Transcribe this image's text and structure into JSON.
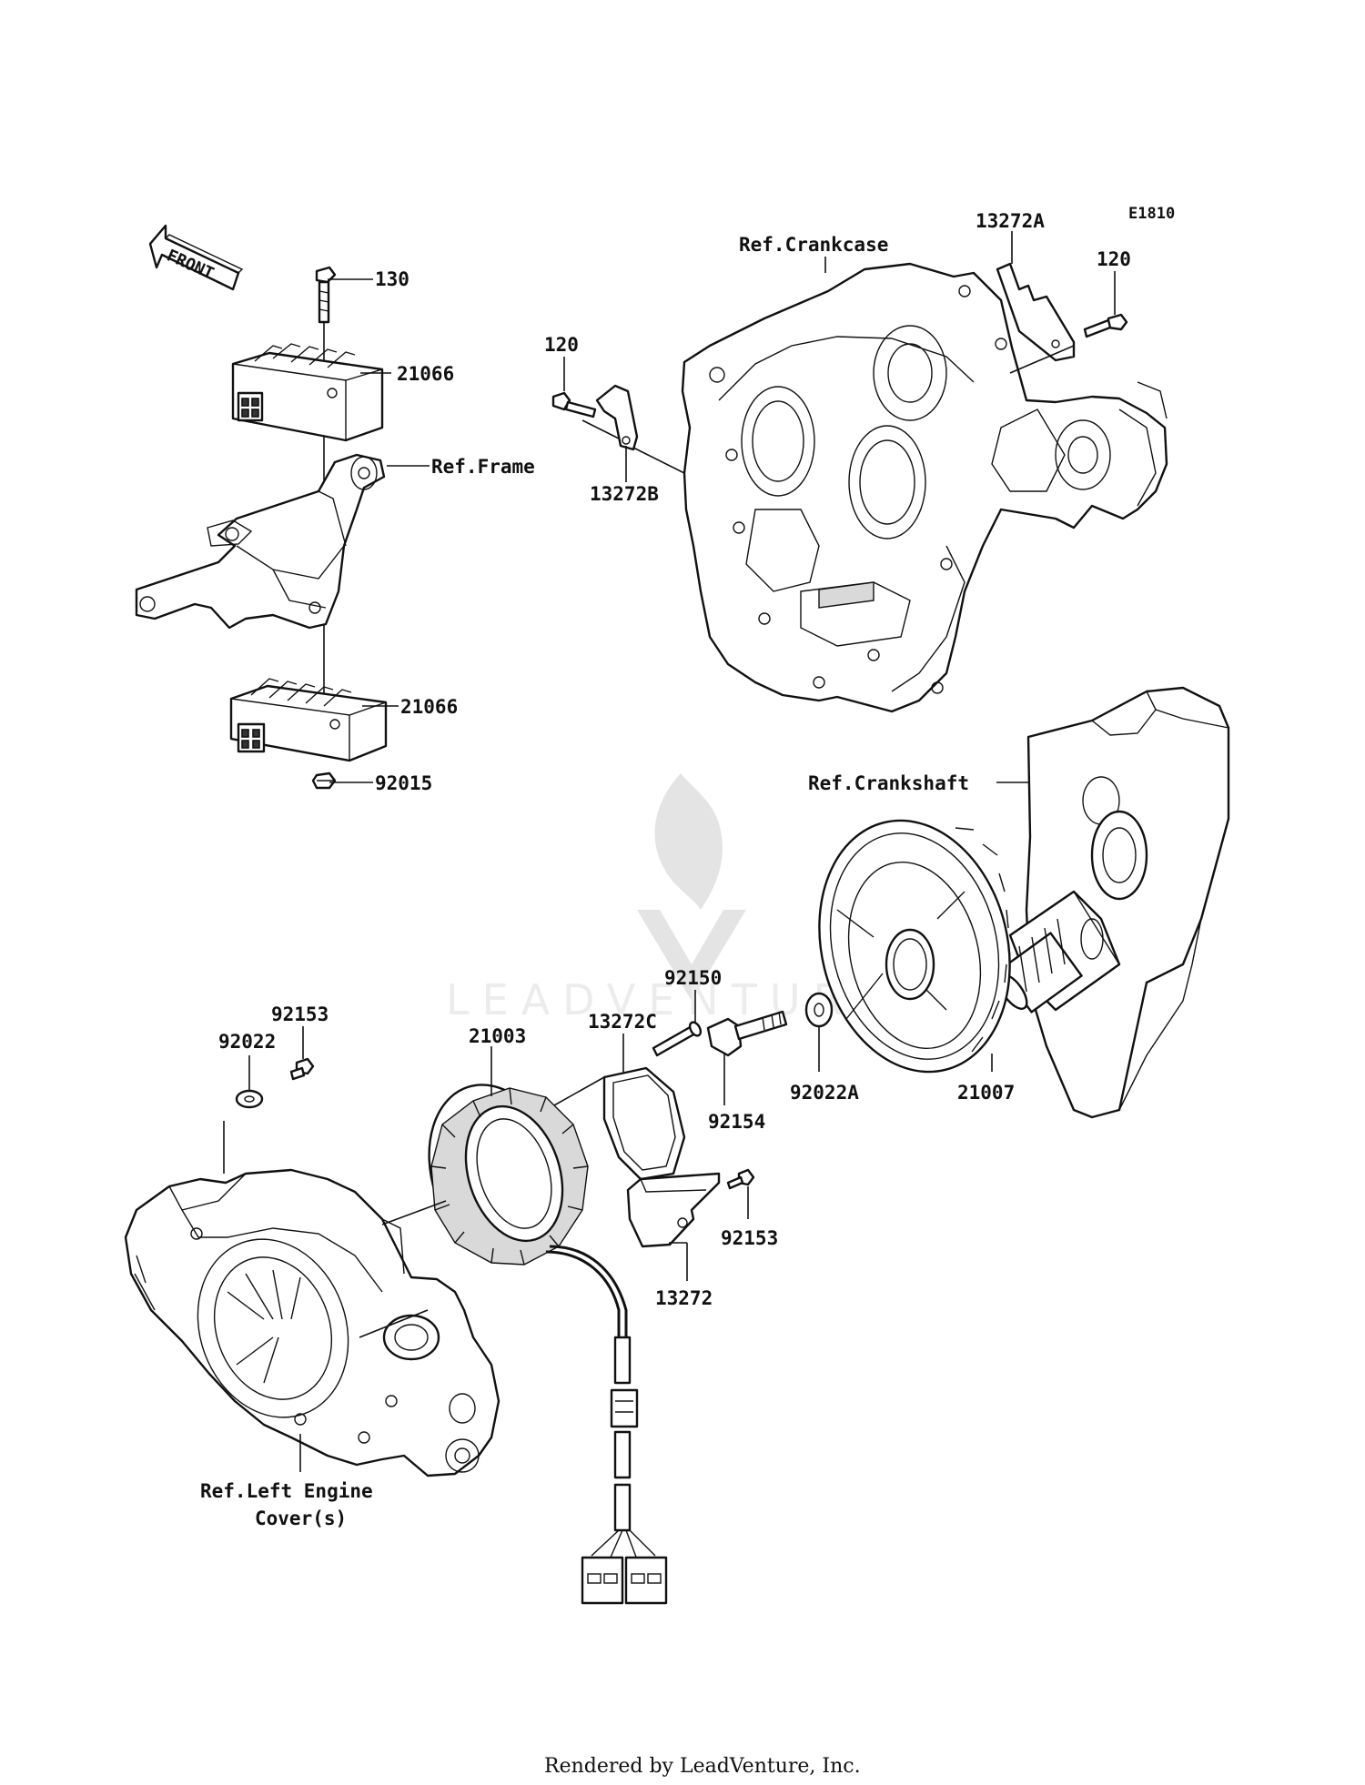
{
  "diagram_code": "E1810",
  "front_label": "FRONT",
  "watermark": "LEADVENTURE",
  "footer": "Rendered by LeadVenture, Inc.",
  "callouts": {
    "c130": "130",
    "c21066_top": "21066",
    "ref_frame": "Ref.Frame",
    "c21066_bottom": "21066",
    "c92015": "92015",
    "c120_left": "120",
    "c13272B": "13272B",
    "ref_crankcase": "Ref.Crankcase",
    "c13272A": "13272A",
    "c120_right": "120",
    "ref_crankshaft": "Ref.Crankshaft",
    "c92150": "92150",
    "c13272C": "13272C",
    "c21003": "21003",
    "c92154": "92154",
    "c92022A": "92022A",
    "c21007": "21007",
    "c92153_left": "92153",
    "c92022": "92022",
    "c92153_right": "92153",
    "c13272": "13272",
    "ref_left_cover_1": "Ref.Left Engine",
    "ref_left_cover_2": "Cover(s)"
  }
}
